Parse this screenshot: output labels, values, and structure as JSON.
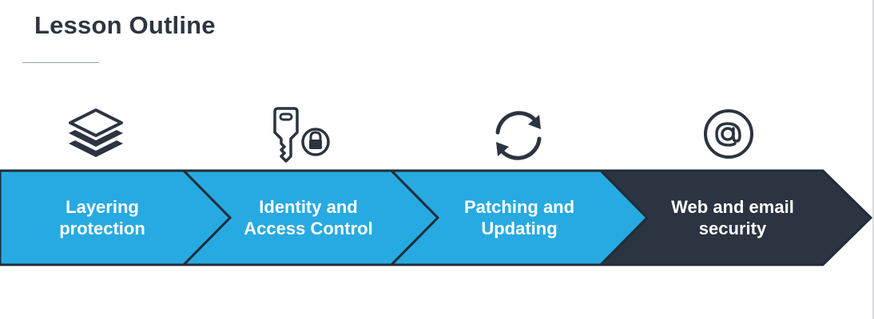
{
  "page": {
    "title": "Lesson Outline"
  },
  "steps": [
    {
      "label": "Layering protection",
      "icon": "layers-icon"
    },
    {
      "label": "Identity and Access Control",
      "icon": "key-lock-icon"
    },
    {
      "label": "Patching and Updating",
      "icon": "sync-icon"
    },
    {
      "label": "Web and email security",
      "icon": "at-sign-icon"
    }
  ],
  "colors": {
    "title": "#2d3540",
    "step_blue": "#27aae1",
    "step_dark": "#2b3440",
    "chevron_border": "#1f2d3a",
    "label_text": "#ffffff"
  }
}
